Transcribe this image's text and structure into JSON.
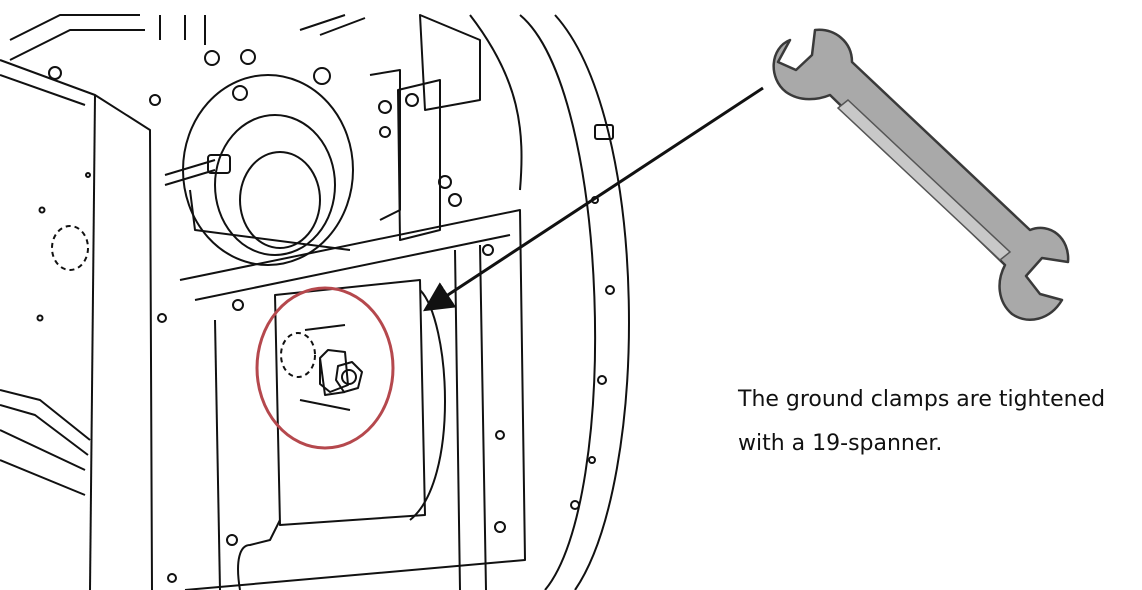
{
  "figure": {
    "caption_lines": [
      "The ground clamps are tightened",
      "with a 19-spanner."
    ],
    "highlight_color": "#b5484d",
    "line_color": "#111111",
    "wrench_color": "#a9a9a9",
    "icon": "open-end-wrench"
  }
}
